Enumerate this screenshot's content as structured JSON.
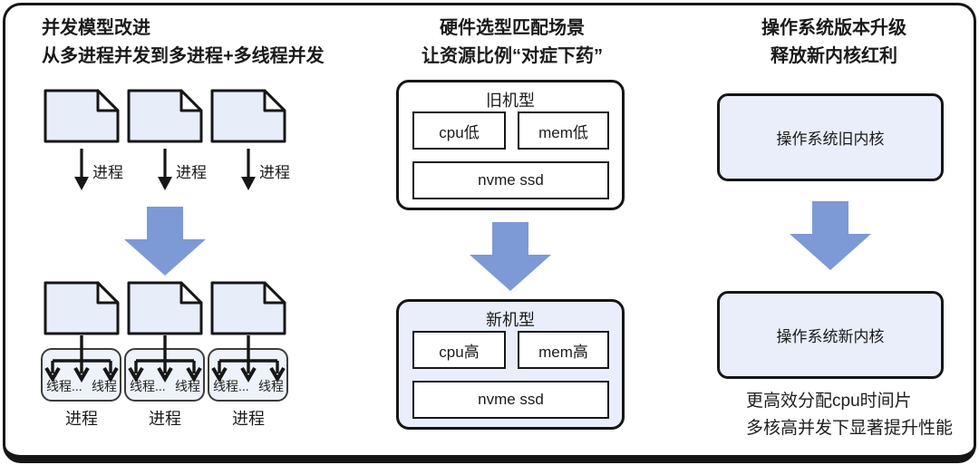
{
  "colors": {
    "arrow_blue": "#7d99d6",
    "document_fill": "#e7edf9",
    "card_light_blue_fill": "#e9eefa",
    "thread_box_fill": "#eef2fa",
    "frame_border": "#161616",
    "background": "#ffffff"
  },
  "left": {
    "title_line1": "并发模型改进",
    "title_line2": "从多进程并发到多进程+多线程并发",
    "units": [
      {
        "arrow_label": "进程",
        "thread_left": "线程...",
        "thread_right": "线程",
        "box_label": "进程"
      },
      {
        "arrow_label": "进程",
        "thread_left": "线程...",
        "thread_right": "线程",
        "box_label": "进程"
      },
      {
        "arrow_label": "进程",
        "thread_left": "线程...",
        "thread_right": "线程",
        "box_label": "进程"
      }
    ]
  },
  "middle": {
    "title_line1": "硬件选型匹配场景",
    "title_line2": "让资源比例“对症下药”",
    "old_machine": {
      "title": "旧机型",
      "cpu": "cpu低",
      "mem": "mem低",
      "disk": "nvme ssd"
    },
    "new_machine": {
      "title": "新机型",
      "cpu": "cpu高",
      "mem": "mem高",
      "disk": "nvme ssd"
    }
  },
  "right": {
    "title_line1": "操作系统版本升级",
    "title_line2": "释放新内核红利",
    "old_kernel_label": "操作系统旧内核",
    "new_kernel_label": "操作系统新内核",
    "caption_line1": "更高效分配cpu时间片",
    "caption_line2": "多核高并发下显著提升性能"
  }
}
